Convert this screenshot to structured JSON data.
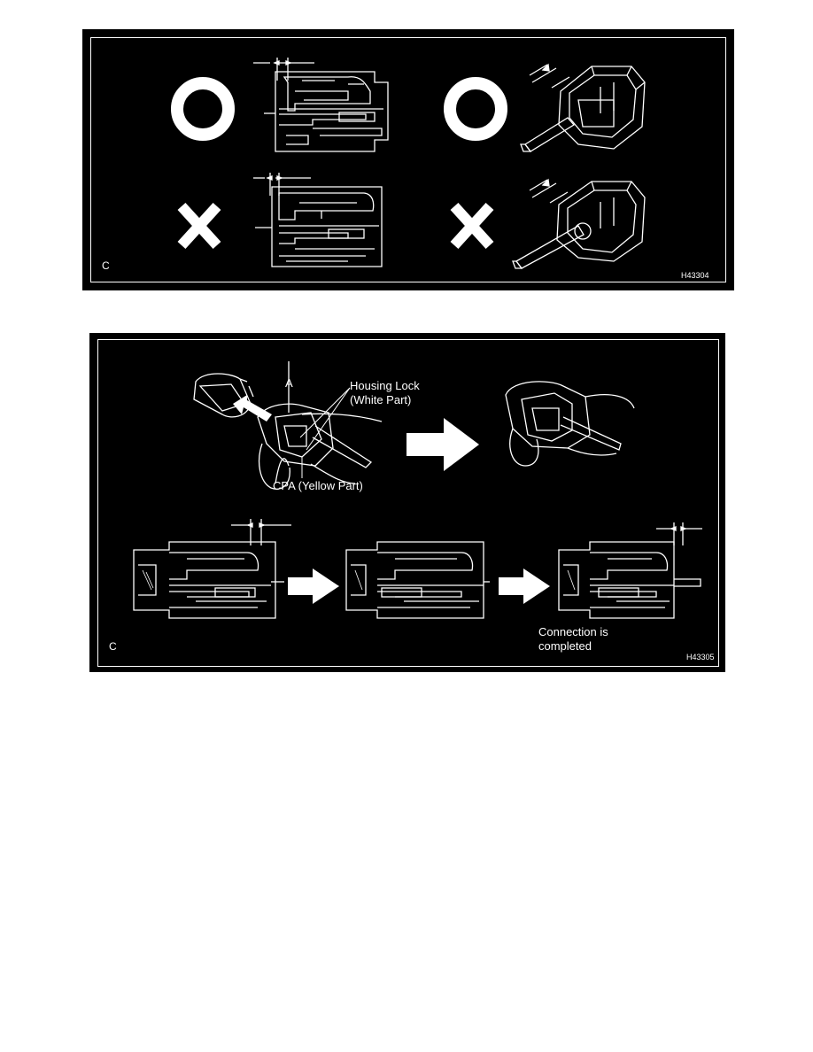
{
  "figure1": {
    "corner_label": "C",
    "figure_code": "H43304",
    "correct_symbol": "circle-mark",
    "incorrect_symbol": "cross-mark"
  },
  "figure2": {
    "corner_label": "C",
    "figure_code": "H43305",
    "callout_a": "A",
    "housing_lock_line1": "Housing Lock",
    "housing_lock_line2": "(White Part)",
    "cpa_label": "CPA (Yellow Part)",
    "completed_line1": "Connection is",
    "completed_line2": "completed"
  },
  "colors": {
    "background": "#000000",
    "lines": "#ffffff",
    "page": "#ffffff"
  }
}
